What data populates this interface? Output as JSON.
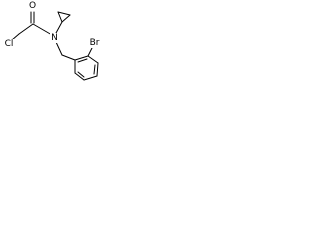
{
  "structure": {
    "atoms": {
      "oxygen": "O",
      "nitrogen": "N",
      "chlorine": "Cl",
      "bromine": "Br"
    }
  }
}
